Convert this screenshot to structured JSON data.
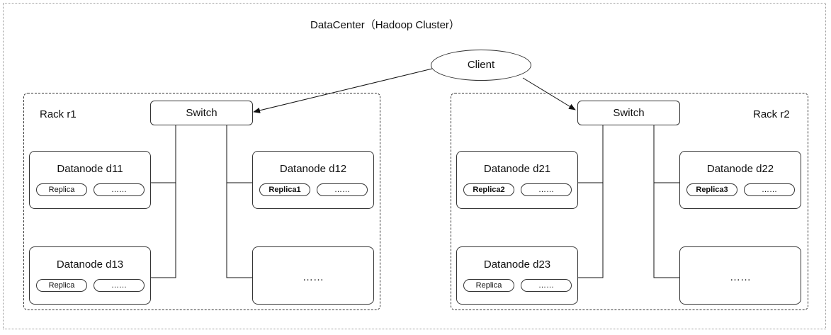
{
  "datacenter": {
    "title": "DataCenter（Hadoop Cluster）"
  },
  "client": {
    "label": "Client"
  },
  "racks": [
    {
      "label": "Rack r1",
      "switch_label": "Switch",
      "nodes": [
        {
          "title": "Datanode d11",
          "pills": [
            "Replica",
            "……"
          ]
        },
        {
          "title": "Datanode d12",
          "pills": [
            "Replica1",
            "……"
          ]
        },
        {
          "title": "Datanode d13",
          "pills": [
            "Replica",
            "……"
          ]
        },
        {
          "title": "",
          "placeholder": "……"
        }
      ]
    },
    {
      "label": "Rack r2",
      "switch_label": "Switch",
      "nodes": [
        {
          "title": "Datanode d21",
          "pills": [
            "Replica2",
            "……"
          ]
        },
        {
          "title": "Datanode d22",
          "pills": [
            "Replica3",
            "……"
          ]
        },
        {
          "title": "Datanode d23",
          "pills": [
            "Replica",
            "……"
          ]
        },
        {
          "title": "",
          "placeholder": "……"
        }
      ]
    }
  ]
}
